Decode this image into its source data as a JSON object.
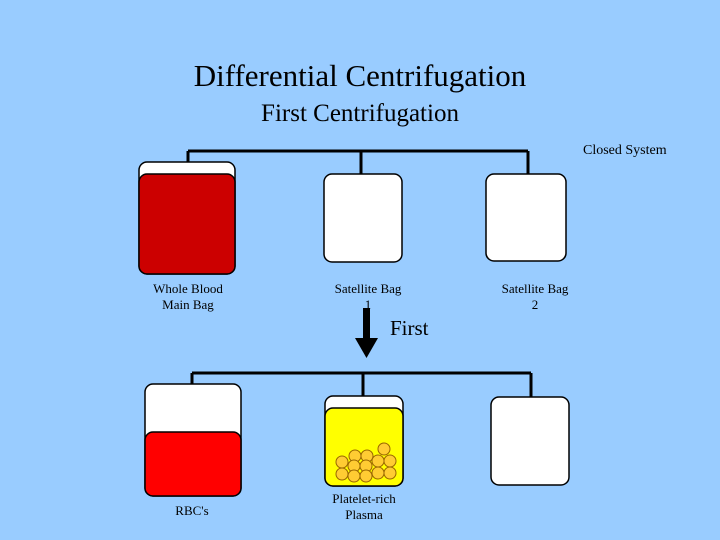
{
  "title": "Differential Centrifugation",
  "subtitle": "First Centrifugation",
  "system_label": "Closed System",
  "top_row": {
    "main_bag": {
      "line1": "Whole Blood",
      "line2": "Main Bag"
    },
    "satellite_1": {
      "line1": "Satellite Bag",
      "line2": "1"
    },
    "satellite_2": {
      "line1": "Satellite Bag",
      "line2": "2"
    }
  },
  "step_label": "First",
  "bottom_row": {
    "main_bag": {
      "line1": "RBC's"
    },
    "satellite_1": {
      "line1": "Platelet-rich",
      "line2": "Plasma"
    }
  },
  "colors": {
    "background": "#99ccff",
    "whole_blood": "#cc0000",
    "rbc": "#ff0000",
    "plasma": "#ffff00",
    "platelets": "#ffcc33",
    "bag": "#ffffff"
  }
}
